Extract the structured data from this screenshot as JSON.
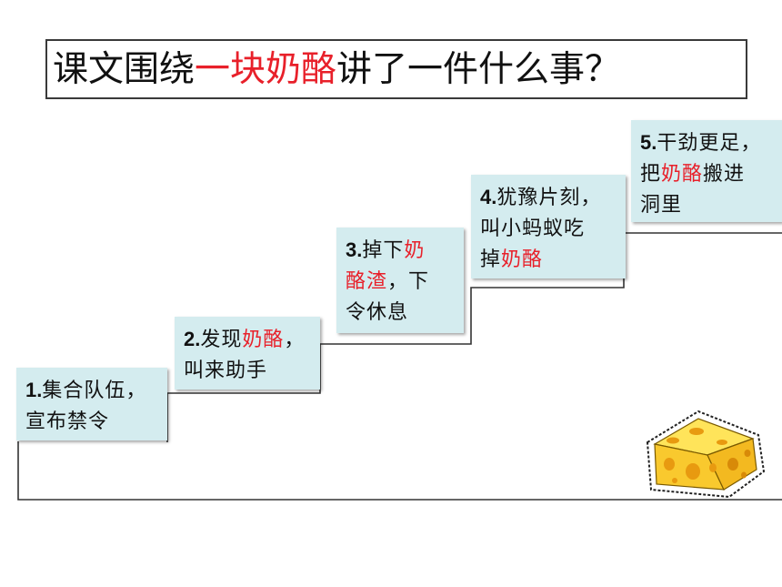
{
  "title": {
    "prefix": "课文围绕",
    "highlight": "一块奶酪",
    "suffix": "讲了一件什么事？"
  },
  "steps": [
    {
      "num": "1.",
      "line1": "集合队伍，",
      "line2": "宣布禁令"
    },
    {
      "num": "2.",
      "pre": "发现",
      "hl": "奶酪",
      "post": "，",
      "line2": "叫来助手"
    },
    {
      "num": "3.",
      "line1a": "掉下",
      "hl1": "奶",
      "hl2": "酪渣",
      "line2post": "，下",
      "line3": "令休息"
    },
    {
      "num": "4.",
      "line1": "犹豫片刻，",
      "line2": "叫小蚂蚁吃",
      "line3pre": "掉",
      "hl": "奶酪"
    },
    {
      "num": "5.",
      "line1": "干劲更足，",
      "line2pre": "把",
      "hl": "奶酪",
      "line2post": "搬进",
      "line3": "洞里"
    }
  ],
  "colors": {
    "highlight": "#e8202a",
    "step_fill": "#d4ecef"
  },
  "icons": {
    "cheese": "cheese-icon"
  }
}
